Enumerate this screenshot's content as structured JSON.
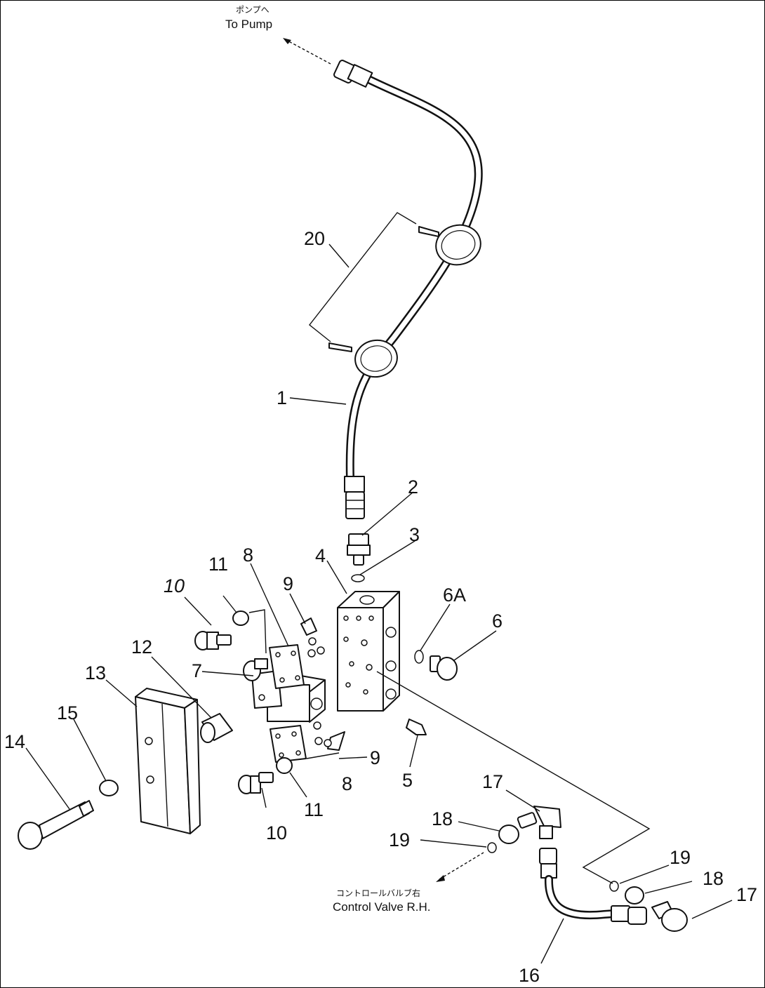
{
  "destinations": {
    "pump_jp": "ポンプへ",
    "pump_en": "To Pump",
    "valve_jp": "コントロールバルブ右",
    "valve_en": "Control Valve R.H."
  },
  "callouts": {
    "c20": "20",
    "c1": "1",
    "c2": "2",
    "c3": "3",
    "c4": "4",
    "c6a": "6A",
    "c6": "6",
    "c5": "5",
    "c7": "7",
    "c8_top": "8",
    "c8_bottom": "8",
    "c9_top": "9",
    "c9_bottom": "9",
    "c10_top": "10",
    "c10_bottom": "10",
    "c11_top": "11",
    "c11_bottom": "11",
    "c12": "12",
    "c13": "13",
    "c14": "14",
    "c15": "15",
    "c16": "16",
    "c17_top": "17",
    "c17_right": "17",
    "c18_left": "18",
    "c18_right": "18",
    "c19_left": "19",
    "c19_right": "19"
  }
}
